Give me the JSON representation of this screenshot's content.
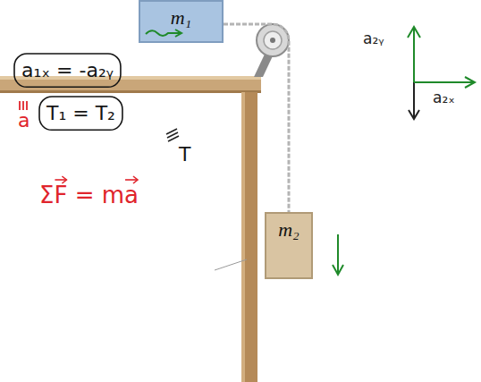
{
  "diagram": {
    "nodes": [
      {
        "text": [
          "m₁"
        ]
      },
      {
        "text": [
          "m₂"
        ]
      }
    ],
    "edges": [
      {
        "from": 0,
        "to": 1,
        "arrow": "none"
      }
    ],
    "labels": [
      "a₁ₓ = -a₂ᵧ",
      "a",
      "T₁ = T₂",
      "T",
      "ΣF = ma",
      "a₂ᵧ",
      "a₂ₓ"
    ]
  }
}
